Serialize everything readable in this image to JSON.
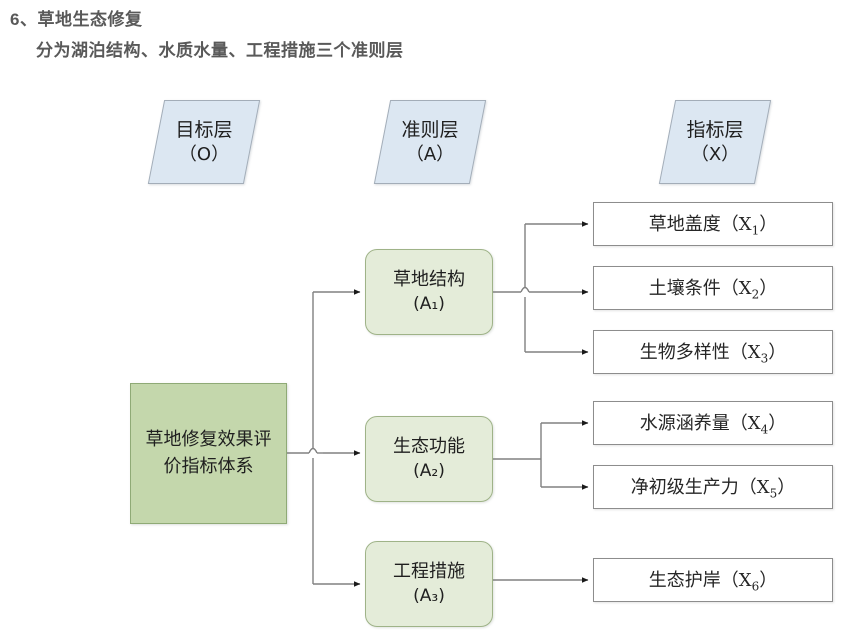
{
  "heading": {
    "line1": "6、草地生态修复",
    "line2": "分为湖泊结构、水质水量、工程措施三个准则层"
  },
  "layer_headers": [
    {
      "id": "goal",
      "title": "目标层",
      "code": "（O）"
    },
    {
      "id": "criteria",
      "title": "准则层",
      "code": "（A）"
    },
    {
      "id": "index",
      "title": "指标层",
      "code": "（X）"
    }
  ],
  "goal": {
    "label": "草地修复效果评价指标体系"
  },
  "criteria": [
    {
      "id": "A1",
      "title": "草地结构",
      "code": "(A₁)"
    },
    {
      "id": "A2",
      "title": "生态功能",
      "code": "(A₂)"
    },
    {
      "id": "A3",
      "title": "工程措施",
      "code": "(A₃)"
    }
  ],
  "indicators": [
    {
      "id": "X1",
      "label": "草地盖度（X",
      "sub": "1",
      "tail": "）",
      "parent": "A1"
    },
    {
      "id": "X2",
      "label": "土壤条件（X",
      "sub": "2",
      "tail": "）",
      "parent": "A1"
    },
    {
      "id": "X3",
      "label": "生物多样性（X",
      "sub": "3",
      "tail": "）",
      "parent": "A1"
    },
    {
      "id": "X4",
      "label": "水源涵养量（X",
      "sub": "4",
      "tail": "）",
      "parent": "A2"
    },
    {
      "id": "X5",
      "label": "净初级生产力（X",
      "sub": "5",
      "tail": "）",
      "parent": "A2"
    },
    {
      "id": "X6",
      "label": "生态护岸（X",
      "sub": "6",
      "tail": "）",
      "parent": "A3"
    }
  ],
  "colors": {
    "header_fill": "#dce7f2",
    "header_border": "#a3adb8",
    "goal_fill": "#c4d7ac",
    "goal_border": "#8faa76",
    "criterion_fill": "#e4ecd9",
    "criterion_border": "#9fb388",
    "indicator_fill": "#ffffff",
    "indicator_border": "#8d8d8d",
    "connector": "#808080",
    "background": "#ffffff"
  }
}
